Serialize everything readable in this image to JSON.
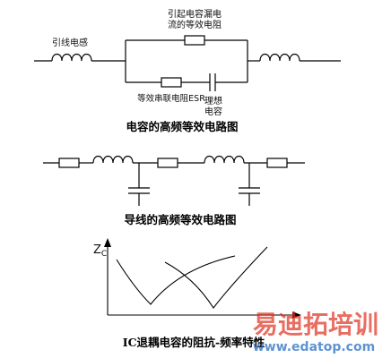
{
  "diagram1": {
    "lead_inductance_label": "引线电感",
    "leakage_label_line1": "引起电容漏电",
    "leakage_label_line2": "流的等效电阻",
    "esr_label": "等效串联电阻ESR",
    "ideal_cap_line1": "理想",
    "ideal_cap_line2": "电容",
    "caption": "电容的高频等效电路图"
  },
  "diagram2": {
    "caption": "导线的高频等效电路图"
  },
  "graph": {
    "y_axis_label_main": "Z",
    "y_axis_label_sub": "C",
    "caption": "IC退耦电容的阻抗-频率特性"
  },
  "watermark": {
    "brand": "易迪拓培训",
    "url": "www.edatop.com",
    "brand_color": "#e03020",
    "url_color": "#2a6fc0"
  }
}
